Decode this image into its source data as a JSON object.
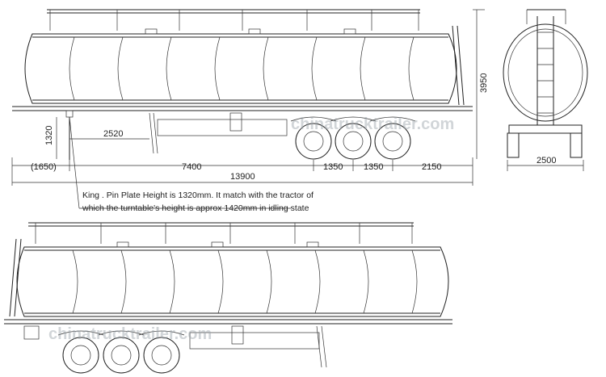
{
  "dimensions": {
    "height_total": "3950",
    "king_pin_height": "1320",
    "king_pin_offset": "2520",
    "front_overhang": "(1650)",
    "wheelbase": "7400",
    "axle_spacing_1": "1350",
    "axle_spacing_2": "1350",
    "rear_overhang": "2150",
    "overall_length": "13900",
    "overall_width": "2500"
  },
  "note": {
    "line1": "King . Pin Plate Height is 1320mm. It match with the tractor of",
    "line2": "which the turntable's height is approx 1420mm in idling state"
  },
  "watermark": "chinatrucktrailer.com"
}
